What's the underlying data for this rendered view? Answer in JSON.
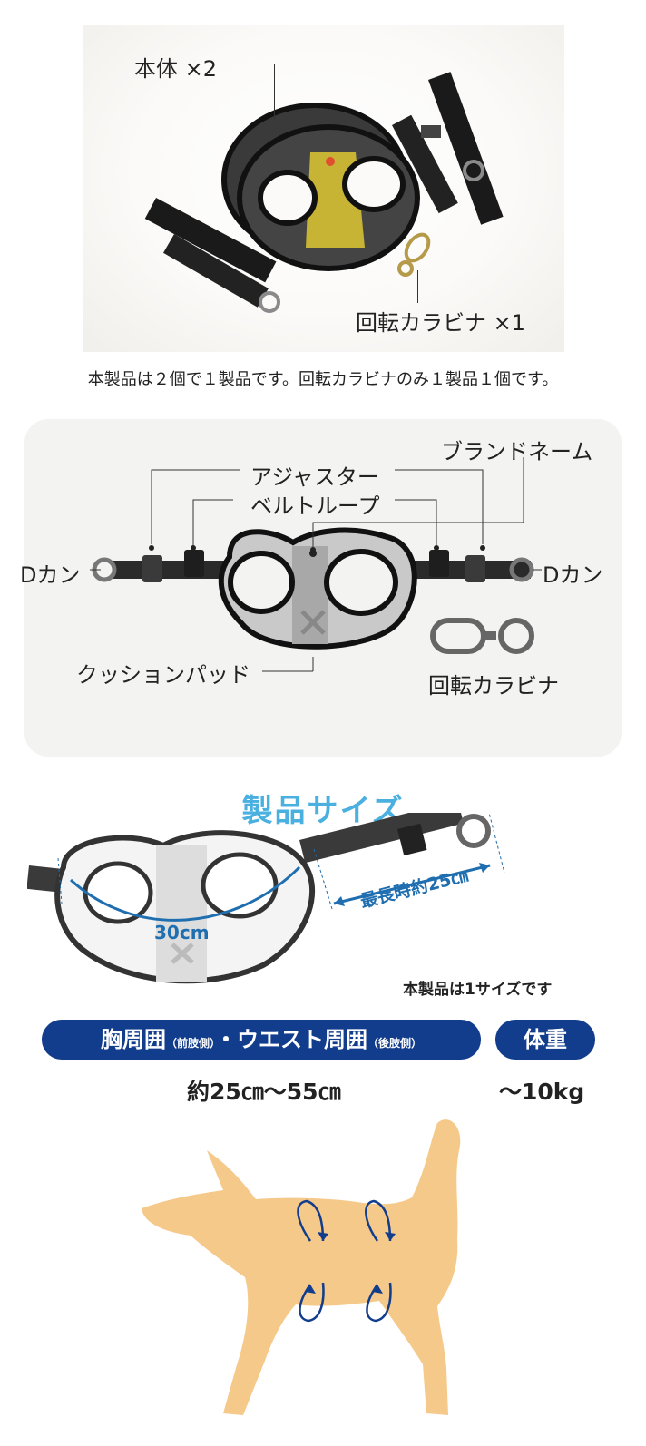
{
  "photo": {
    "label_body": "本体 ×2",
    "label_carabiner": "回転カラビナ ×1"
  },
  "note": "本製品は２個で１製品です。回転カラビナのみ１製品１個です。",
  "parts": {
    "brand_name": "ブランドネーム",
    "adjuster": "アジャスター",
    "belt_loop": "ベルトループ",
    "d_ring_left": "Dカン",
    "d_ring_right": "Dカン",
    "cushion_pad": "クッションパッド",
    "swivel_carabiner": "回転カラビナ"
  },
  "size": {
    "title": "製品サイズ",
    "inner_width": "30cm",
    "max_length": "最長時約25㎝",
    "one_size_note": "本製品は1サイズです",
    "chest_waist_main1": "胸周囲",
    "chest_waist_sub1": "（前肢側）",
    "chest_waist_dot": "・",
    "chest_waist_main2": "ウエスト周囲",
    "chest_waist_sub2": "（後肢側）",
    "girth_value": "約25㎝〜55㎝",
    "weight_label": "体重",
    "weight_value": "〜10kg"
  },
  "colors": {
    "accent_blue": "#4ab0e0",
    "pill_navy": "#123d8c",
    "dog_fill": "#f5c98a",
    "panel_bg": "#f3f3f1",
    "harness_yellow": "#d8c23a"
  }
}
